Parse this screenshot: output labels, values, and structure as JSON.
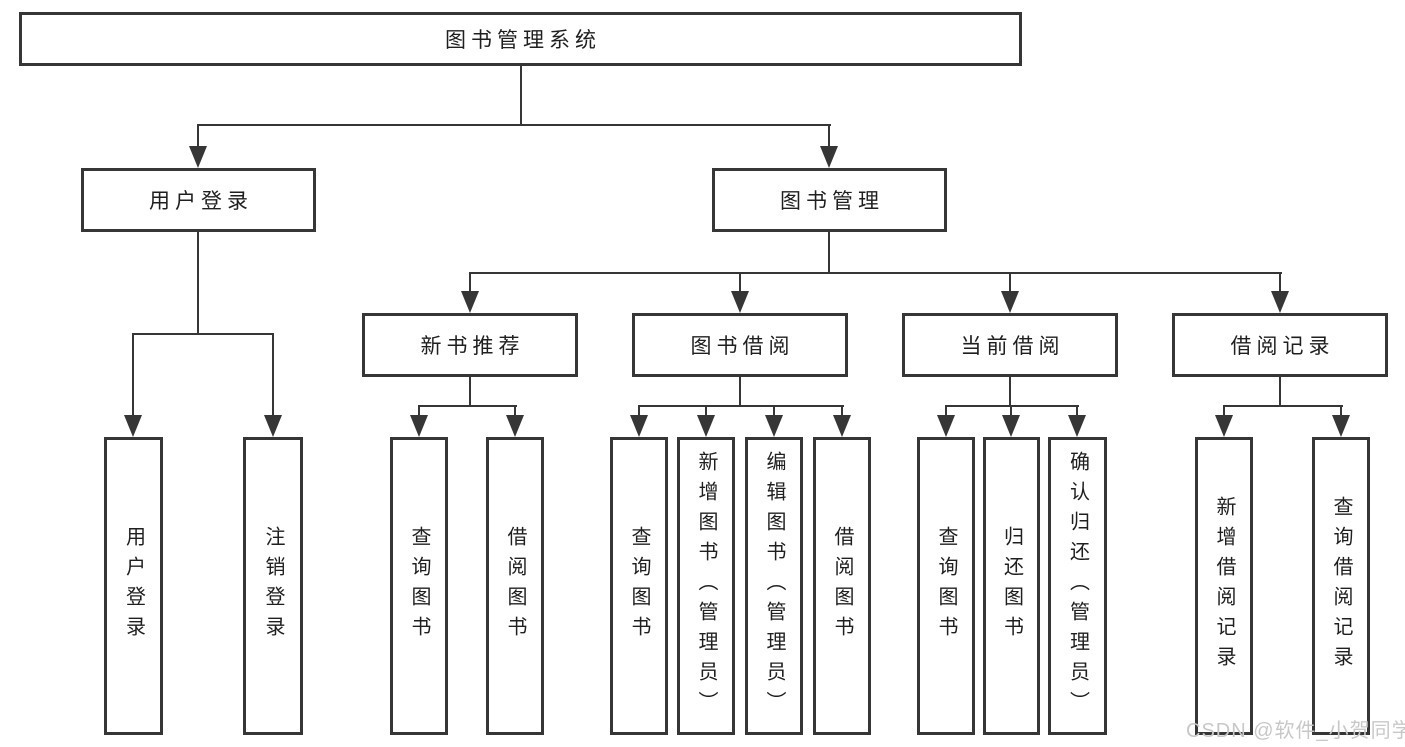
{
  "diagram_title": "图书管理系统",
  "nodes": {
    "root": {
      "label": "图书管理系统"
    },
    "user_login": {
      "label": "用户登录"
    },
    "book_mgmt": {
      "label": "图书管理"
    },
    "new_book": {
      "label": "新书推荐"
    },
    "book_borrow": {
      "label": "图书借阅"
    },
    "current_borrow": {
      "label": "当前借阅"
    },
    "borrow_record": {
      "label": "借阅记录"
    }
  },
  "leaves": [
    {
      "label": "用户登录",
      "parent": "用户登录"
    },
    {
      "label": "注销登录",
      "parent": "用户登录"
    },
    {
      "label": "查询图书",
      "parent": "新书推荐"
    },
    {
      "label": "借阅图书",
      "parent": "新书推荐"
    },
    {
      "label": "查询图书",
      "parent": "图书借阅"
    },
    {
      "label": "新增图书（管理员）",
      "parent": "图书借阅"
    },
    {
      "label": "编辑图书（管理员）",
      "parent": "图书借阅"
    },
    {
      "label": "借阅图书",
      "parent": "图书借阅"
    },
    {
      "label": "查询图书",
      "parent": "当前借阅"
    },
    {
      "label": "归还图书",
      "parent": "当前借阅"
    },
    {
      "label": "确认归还（管理员）",
      "parent": "当前借阅"
    },
    {
      "label": "新增借阅记录",
      "parent": "借阅记录"
    },
    {
      "label": "查询借阅记录",
      "parent": "借阅记录"
    }
  ],
  "watermark": {
    "text": "CSDN @软件_小贺同学"
  },
  "colors": {
    "line": "#363636",
    "text": "#1f1f1f",
    "watermark": "#c8c8c8",
    "background": "#ffffff"
  }
}
